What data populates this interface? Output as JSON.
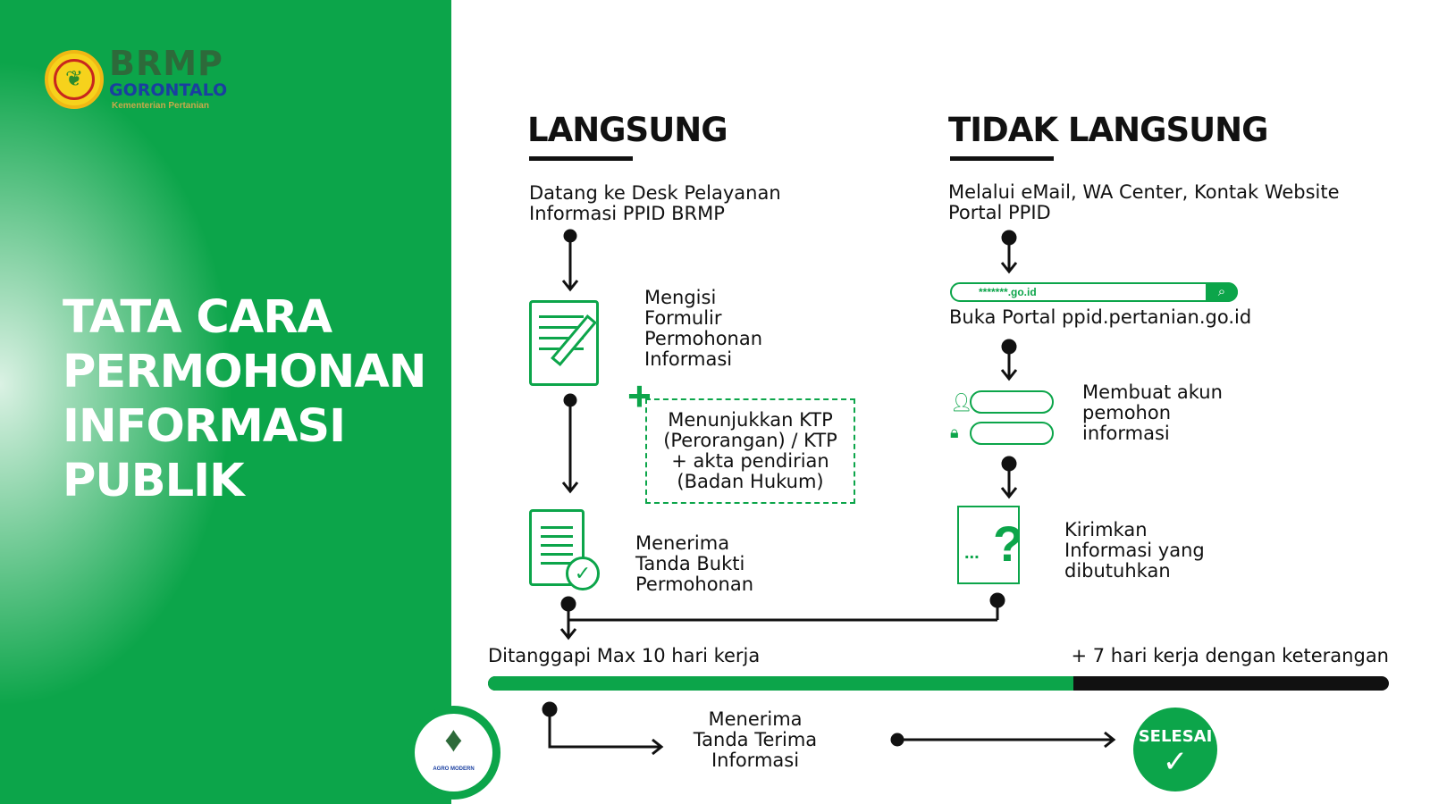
{
  "logo": {
    "name": "BRMP",
    "region": "GORONTALO",
    "ministry": "Kementerian Pertanian"
  },
  "title_lines": [
    "TATA CARA",
    "PERMOHONAN",
    "INFORMASI",
    "PUBLIK"
  ],
  "langsung": {
    "heading": "LANGSUNG",
    "step1": [
      "Datang ke Desk Pelayanan",
      "Informasi PPID BRMP"
    ],
    "step2": [
      "Mengisi",
      "Formulir",
      "Permohonan",
      "Informasi"
    ],
    "note": [
      "Menunjukkan KTP",
      "(Perorangan) / KTP",
      "+ akta pendirian",
      "(Badan Hukum)"
    ],
    "step3": [
      "Menerima",
      "Tanda Bukti",
      "Permohonan"
    ]
  },
  "tidak_langsung": {
    "heading": "TIDAK LANGSUNG",
    "step1": [
      "Melalui eMail, WA Center, Kontak Website",
      "Portal PPID"
    ],
    "url_placeholder": "*******.go.id",
    "step2": "Buka Portal ppid.pertanian.go.id",
    "step3": [
      "Membuat akun",
      "pemohon",
      "informasi"
    ],
    "step4": [
      "Kirimkan",
      "Informasi yang",
      "dibutuhkan"
    ]
  },
  "timeline": {
    "left_label": "Ditanggapi Max 10 hari kerja",
    "right_label": "+ 7 hari kerja dengan keterangan",
    "progress_fraction": 0.65,
    "receive": [
      "Menerima",
      "Tanda Terima",
      "Informasi"
    ],
    "done": "SELESAI"
  },
  "footer_logo": "AGRO MODERN",
  "colors": {
    "green": "#0ca54a",
    "black": "#111111"
  }
}
